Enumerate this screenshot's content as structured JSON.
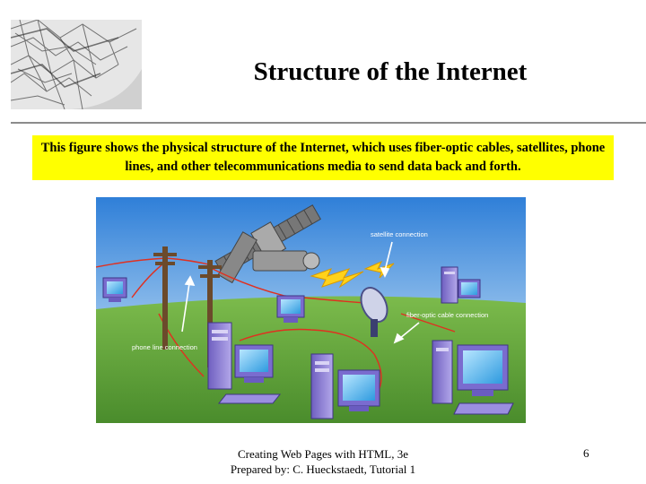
{
  "slide": {
    "title": "Structure of the Internet",
    "caption": "This figure shows the physical structure of the Internet, which uses fiber-optic cables, satellites, phone lines, and other telecommunications media to send data back and forth.",
    "footer_line1": "Creating Web Pages with HTML, 3e",
    "footer_line2": "Prepared by: C. Hueckstaedt, Tutorial 1",
    "page_number": "6"
  },
  "figure": {
    "label_satellite": "satellite connection",
    "label_fiber": "fiber-optic cable connection",
    "label_phone": "phone line connection"
  },
  "colors": {
    "caption_bg": "#ffff00",
    "sky_top": "#2f7fd8",
    "ground": "#63a33c",
    "cable": "#e03020",
    "lightning": "#ffd21a",
    "computer": "#8f7fd0"
  }
}
